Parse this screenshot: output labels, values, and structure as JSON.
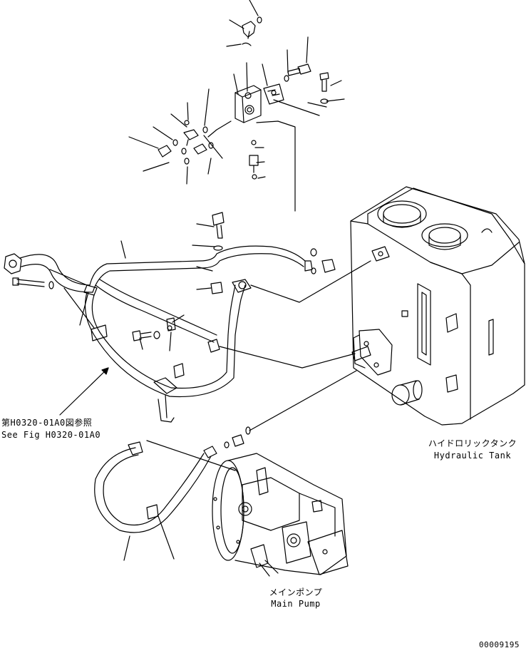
{
  "callouts": {
    "see_fig_jp": "第H0320-01A0図参照",
    "see_fig_en": "See Fig H0320-01A0"
  },
  "tank": {
    "label_jp": "ハイドロリックタンク",
    "label_en": "Hydraulic Tank"
  },
  "pump": {
    "label_jp": "メインポンプ",
    "label_en": "Main Pump"
  },
  "drawing_number": "00009195"
}
